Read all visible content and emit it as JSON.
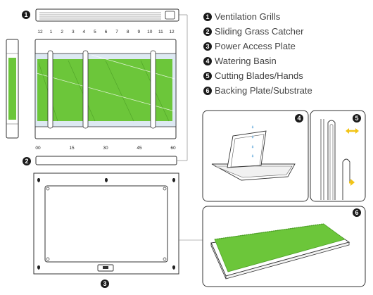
{
  "legend": [
    {
      "number": "1",
      "label": "Ventilation Grills"
    },
    {
      "number": "2",
      "label": "Sliding Grass Catcher"
    },
    {
      "number": "3",
      "label": "Power Access Plate"
    },
    {
      "number": "4",
      "label": "Watering Basin"
    },
    {
      "number": "5",
      "label": "Cutting Blades/Hands"
    },
    {
      "number": "6",
      "label": "Backing Plate/Substrate"
    }
  ],
  "hour_ticks": [
    "12",
    "1",
    "2",
    "3",
    "4",
    "5",
    "6",
    "7",
    "8",
    "9",
    "10",
    "11",
    "12"
  ],
  "minute_ticks": [
    "00",
    "15",
    "30",
    "45",
    "60"
  ],
  "callouts": {
    "ventilation": "1",
    "catcher": "2",
    "power": "3",
    "basin": "4",
    "blades": "5",
    "backing": "6"
  },
  "colors": {
    "grass": "#6cc63a",
    "grass_dark": "#4ea127",
    "glass": "#dde9f2",
    "outline": "#333333",
    "arrow": "#f2c416",
    "water": "#8fc2e6",
    "badge": "#1a1a1a"
  }
}
